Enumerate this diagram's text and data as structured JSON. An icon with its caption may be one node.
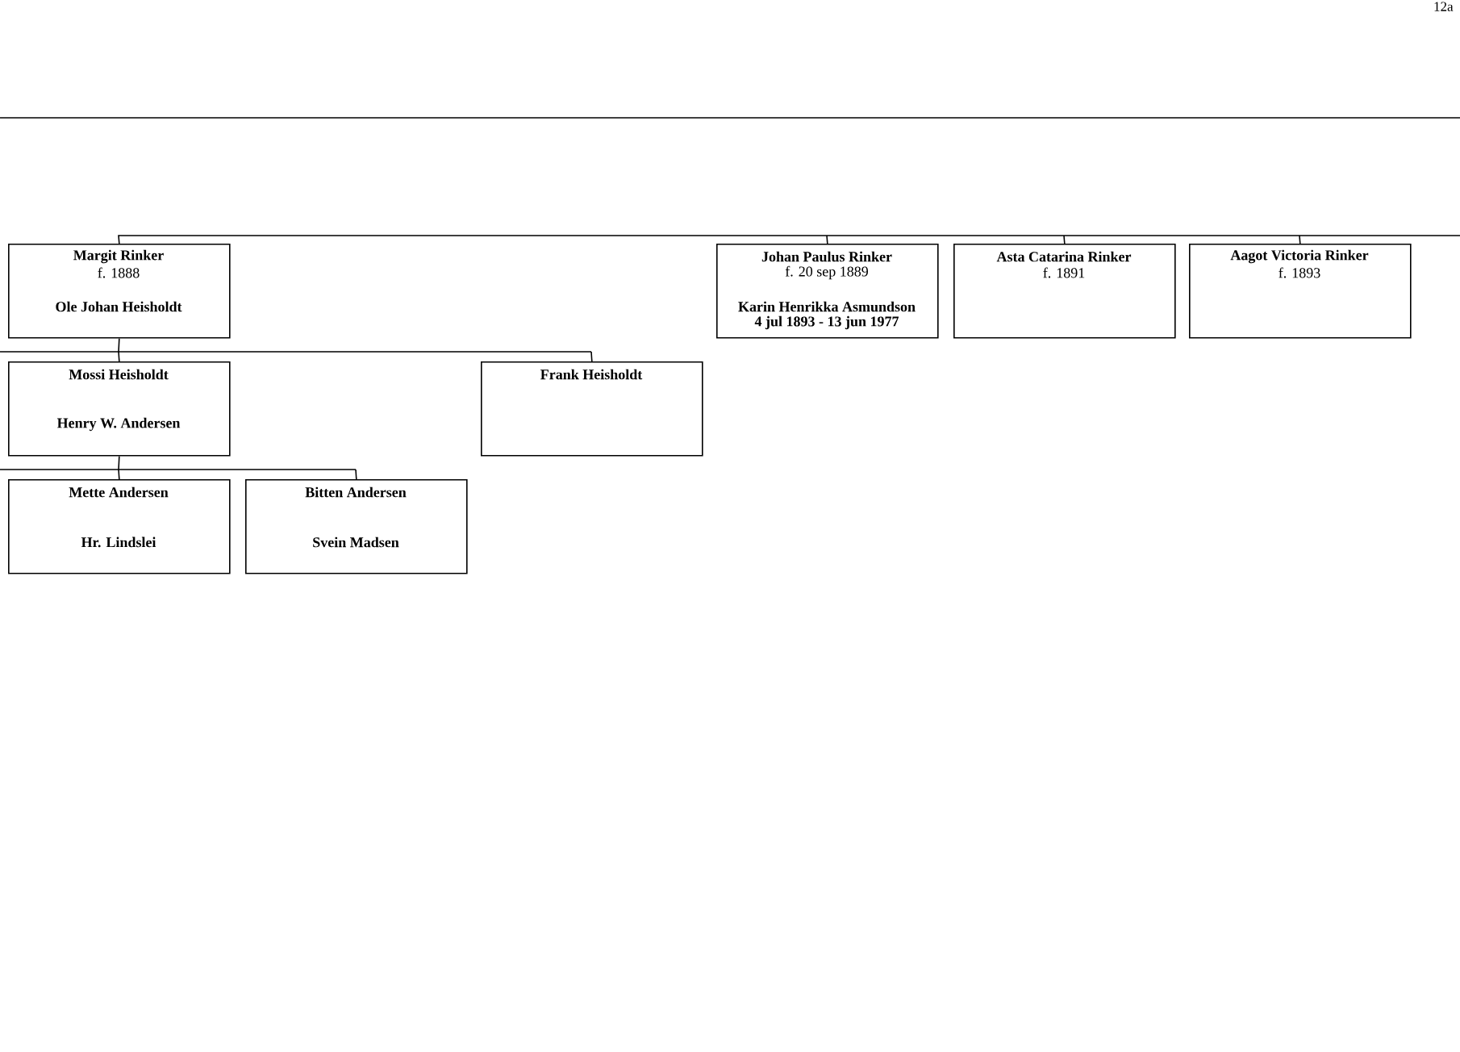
{
  "diagram": {
    "nodes": [
      {
        "text": [
          "Margit Rinker",
          "f. 1888",
          "Ole Johan Heisholdt"
        ]
      },
      {
        "text": [
          "Johan Paulus Rinker",
          "f. 20 sep 1889",
          "Karin Henrikka Asmundson",
          "4 jul 1893 - 13 jun 1977"
        ]
      },
      {
        "text": [
          "Asta Catarina Rinker",
          "f. 1891"
        ]
      },
      {
        "text": [
          "Aagot Victoria Rinker",
          "f. 1893"
        ]
      },
      {
        "text": [
          "Mossi Heisholdt",
          "Henry W. Andersen"
        ]
      },
      {
        "text": [
          "Frank Heisholdt"
        ]
      },
      {
        "text": [
          "Mette Andersen",
          "Hr. Lindslei"
        ]
      },
      {
        "text": [
          "Bitten Andersen",
          "Svein Madsen"
        ]
      }
    ],
    "edges": [
      {
        "from": 0,
        "to": 1,
        "arrow": "none"
      },
      {
        "from": 0,
        "to": 2,
        "arrow": "none"
      },
      {
        "from": 0,
        "to": 3,
        "arrow": "none"
      },
      {
        "from": 0,
        "to": null,
        "arrow": "none"
      },
      {
        "from": 0,
        "to": 4,
        "arrow": "none"
      },
      {
        "from": 0,
        "to": 5,
        "arrow": "none"
      },
      {
        "from": 4,
        "to": 6,
        "arrow": "none"
      },
      {
        "from": 4,
        "to": 7,
        "arrow": "none"
      }
    ],
    "labels": [
      "12a"
    ]
  }
}
